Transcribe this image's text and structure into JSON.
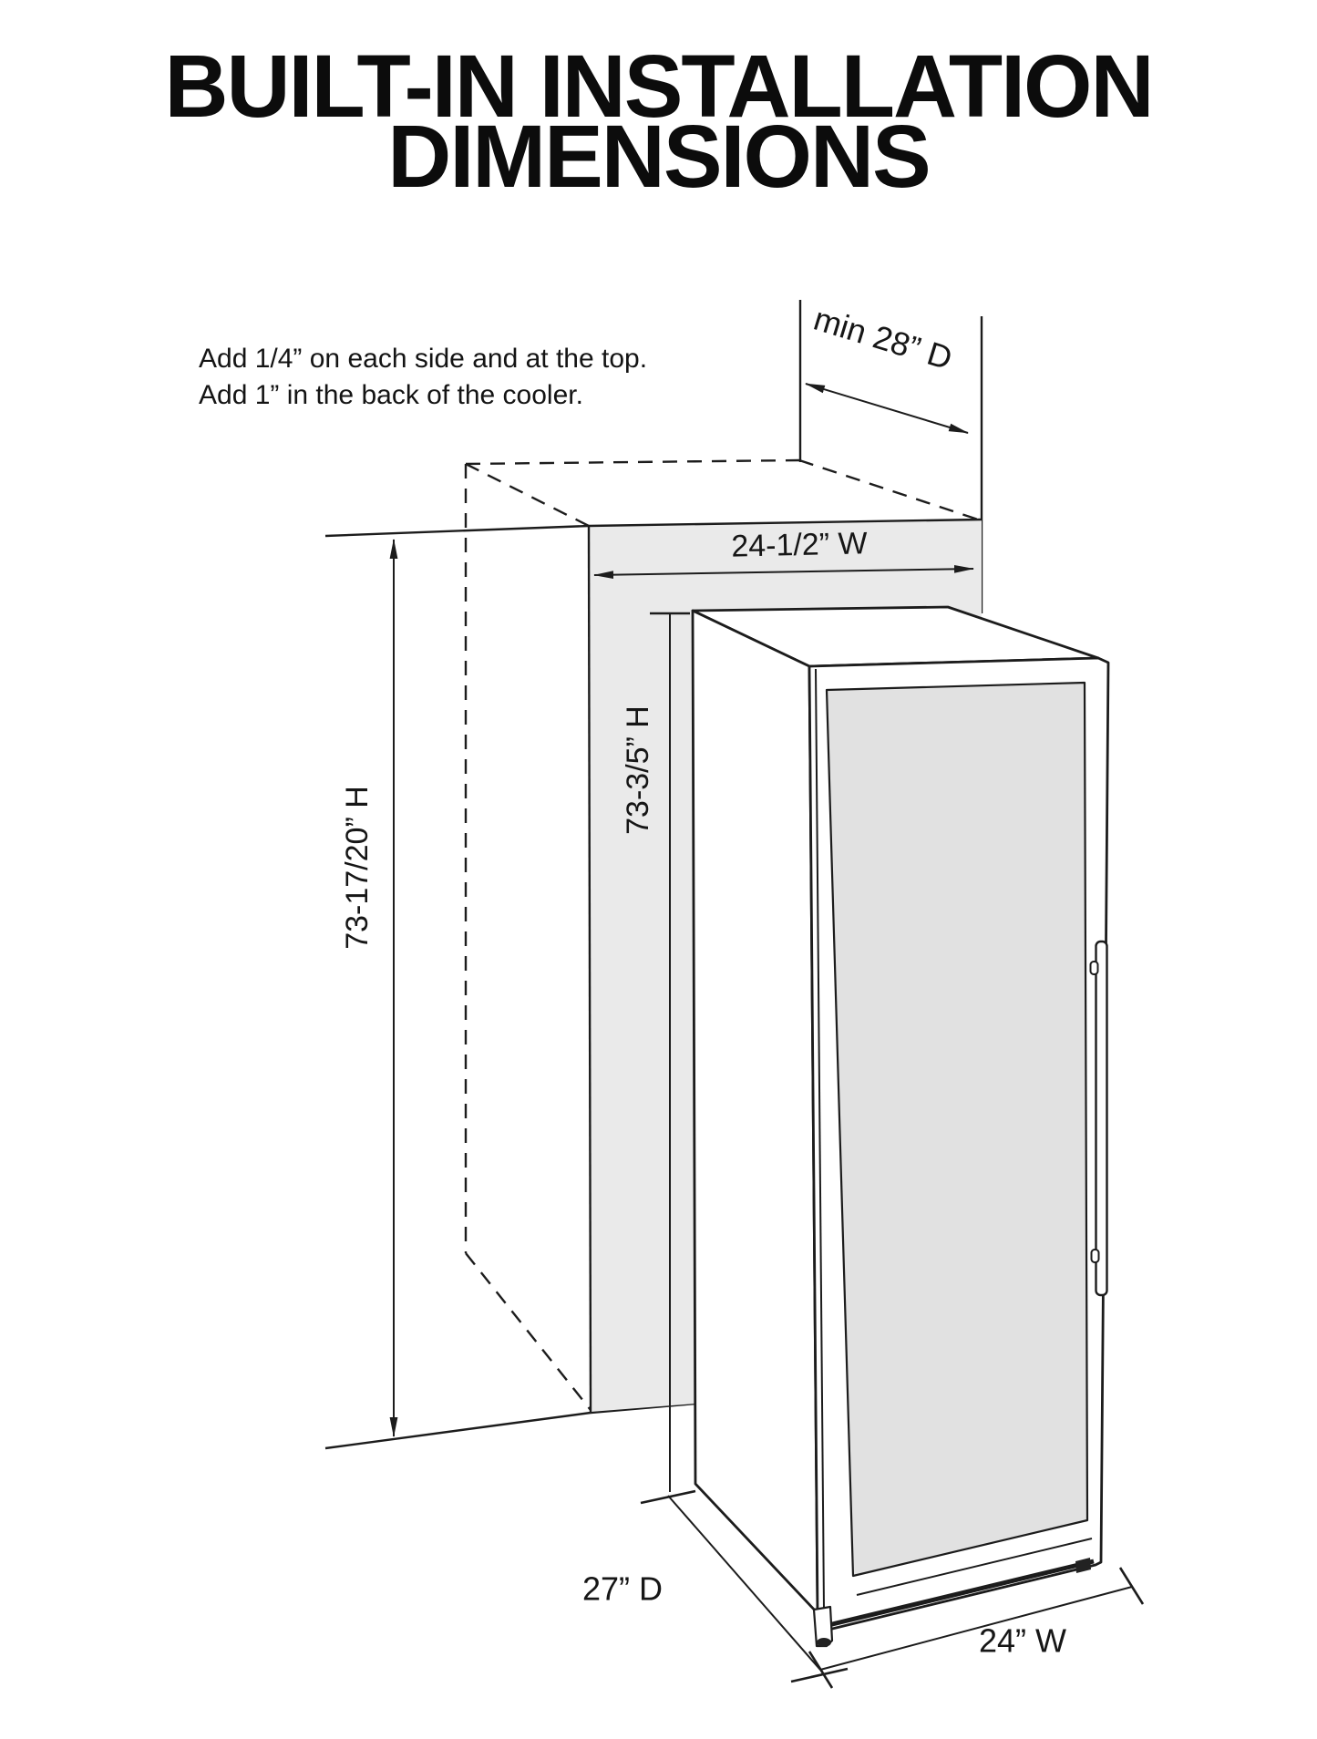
{
  "title": {
    "line1": "BUILT-IN INSTALLATION",
    "line2": "DIMENSIONS"
  },
  "notes": {
    "line1": "Add 1/4” on each side and at the top.",
    "line2": "Add 1” in the back of the cooler."
  },
  "dimensions": {
    "min_depth": "min 28” D",
    "niche_width": "24-1/2” W",
    "cooler_height": "73-3/5” H",
    "niche_height": "73-17/20” H",
    "cooler_depth": "27” D",
    "cooler_width": "24” W"
  },
  "colors": {
    "line": "#1c1c1c",
    "niche_shade": "#eaeaea",
    "glass": "#e1e1e1",
    "background": "#ffffff"
  }
}
